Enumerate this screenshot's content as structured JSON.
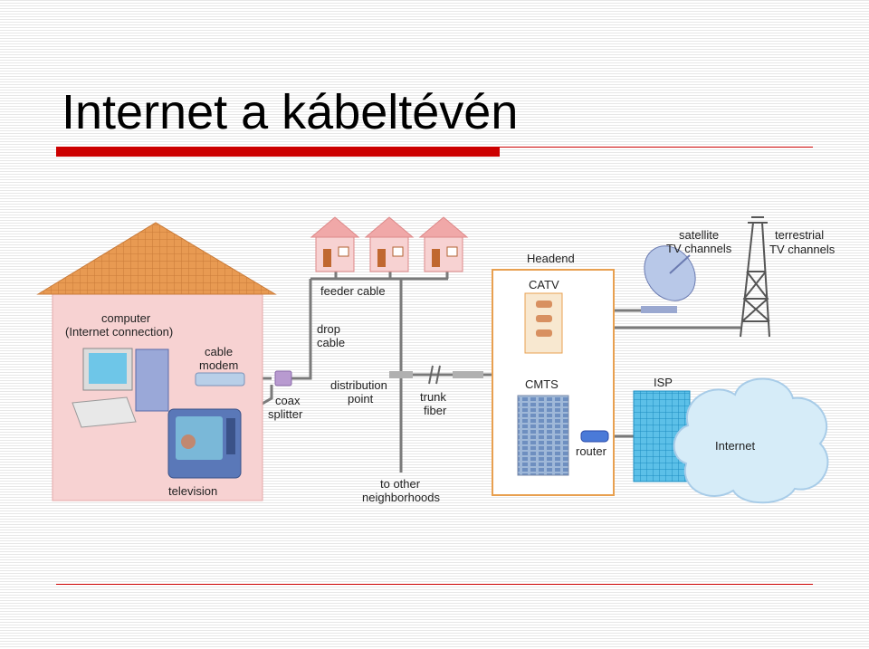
{
  "slide": {
    "title": "Internet a kábeltévén"
  },
  "diagram": {
    "labels": {
      "computer_l1": "computer",
      "computer_l2": "(Internet connection)",
      "cable_modem_l1": "cable",
      "cable_modem_l2": "modem",
      "television": "television",
      "coax_splitter_l1": "coax",
      "coax_splitter_l2": "splitter",
      "feeder_cable": "feeder cable",
      "drop_cable_l1": "drop",
      "drop_cable_l2": "cable",
      "distribution_point_l1": "distribution",
      "distribution_point_l2": "point",
      "trunk_fiber_l1": "trunk",
      "trunk_fiber_l2": "fiber",
      "to_other_l1": "to other",
      "to_other_l2": "neighborhoods",
      "headend": "Headend",
      "catv": "CATV",
      "cmts": "CMTS",
      "router": "router",
      "satellite_l1": "satellite",
      "satellite_l2": "TV channels",
      "terrestrial_l1": "terrestrial",
      "terrestrial_l2": "TV channels",
      "isp": "ISP",
      "internet": "Internet"
    },
    "colors": {
      "house_wall": "#f7d2d2",
      "roof": "#e89a52",
      "headend_border": "#e8a050",
      "cable": "#808080",
      "cloud": "#d6ecf8",
      "isp_grid": "#38a8d8",
      "accent_red": "#cc0000"
    }
  }
}
